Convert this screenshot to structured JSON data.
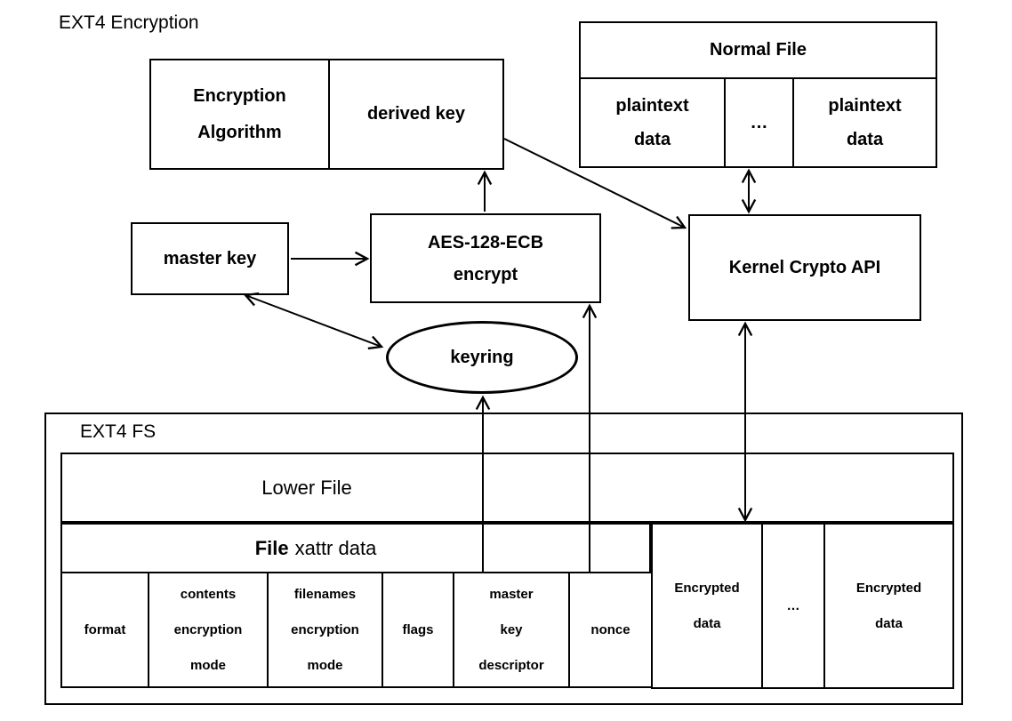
{
  "title": "EXT4 Encryption",
  "colors": {
    "stroke": "#000000",
    "background": "#ffffff",
    "text": "#000000"
  },
  "algorithm_box": {
    "cell1_line1": "Encryption",
    "cell1_line2": "Algorithm",
    "cell2": "derived key"
  },
  "normal_file": {
    "title": "Normal File",
    "cells": [
      {
        "line1": "plaintext",
        "line2": "data"
      },
      {
        "line1": "…"
      },
      {
        "line1": "plaintext",
        "line2": "data"
      }
    ]
  },
  "master_key_box": {
    "label": "master key"
  },
  "aes_box": {
    "line1": "AES-128-ECB",
    "line2": "encrypt"
  },
  "kernel_box": {
    "label": "Kernel Crypto API"
  },
  "keyring": {
    "label": "keyring"
  },
  "ext4_fs": {
    "label": "EXT4 FS",
    "lower_file": "Lower File",
    "xattr_title_bold": "File",
    "xattr_title_rest": "xattr data",
    "xattr_cells": [
      {
        "line1": "format"
      },
      {
        "line1": "contents",
        "line2": "encryption",
        "line3": "mode"
      },
      {
        "line1": "filenames",
        "line2": "encryption",
        "line3": "mode"
      },
      {
        "line1": "flags"
      },
      {
        "line1": "master",
        "line2": "key",
        "line3": "descriptor"
      },
      {
        "line1": "nonce"
      }
    ],
    "data_cells": [
      {
        "line1": "Encrypted",
        "line2": "data"
      },
      {
        "line1": "…"
      },
      {
        "line1": "Encrypted",
        "line2": "data"
      }
    ]
  }
}
